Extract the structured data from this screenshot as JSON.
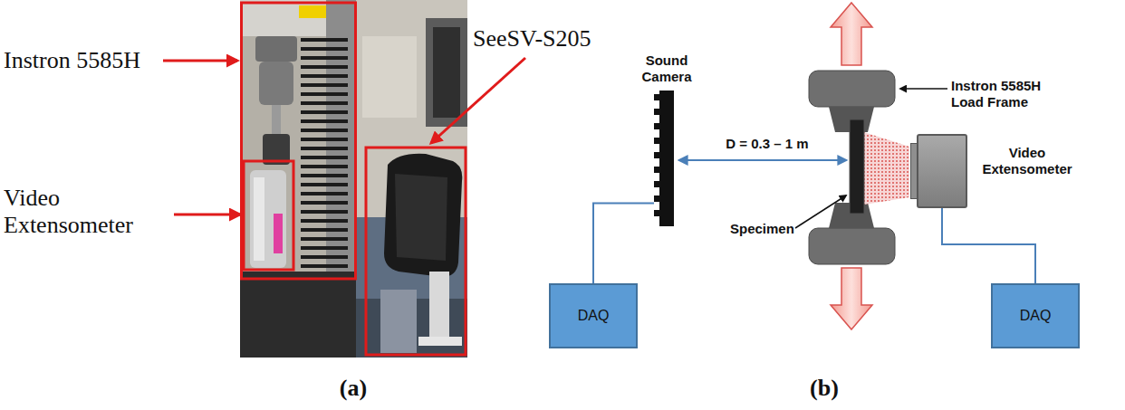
{
  "diagram": {
    "nodes": [
      {
        "text": [
          "Sound Camera"
        ]
      },
      {
        "text": [
          "DAQ"
        ]
      },
      {
        "text": [
          "Video Extensometer"
        ]
      },
      {
        "text": [
          "DAQ"
        ]
      }
    ],
    "edges": [
      {
        "from": 0,
        "to": 1,
        "arrow": "none"
      },
      {
        "from": 2,
        "to": 3,
        "arrow": "none"
      }
    ],
    "labels": [
      "Instron 5585H",
      "Video Extensometer",
      "SeeSV-S205",
      "(a)",
      "D = 0.3 – 1 m",
      "Instron 5585H Load Frame",
      "Specimen",
      "(b)"
    ]
  }
}
